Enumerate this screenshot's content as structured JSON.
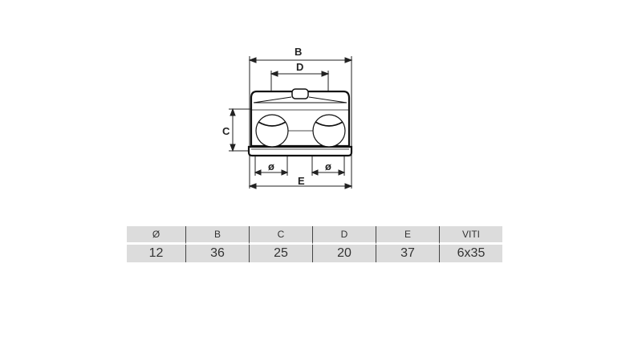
{
  "drawing": {
    "labels": {
      "B": "B",
      "D": "D",
      "C": "C",
      "E": "E",
      "diameter_left": "ø",
      "diameter_right": "ø"
    }
  },
  "table": {
    "headers": [
      "Ø",
      "B",
      "C",
      "D",
      "E",
      "VITI"
    ],
    "values": [
      "12",
      "36",
      "25",
      "20",
      "37",
      "6x35"
    ]
  }
}
